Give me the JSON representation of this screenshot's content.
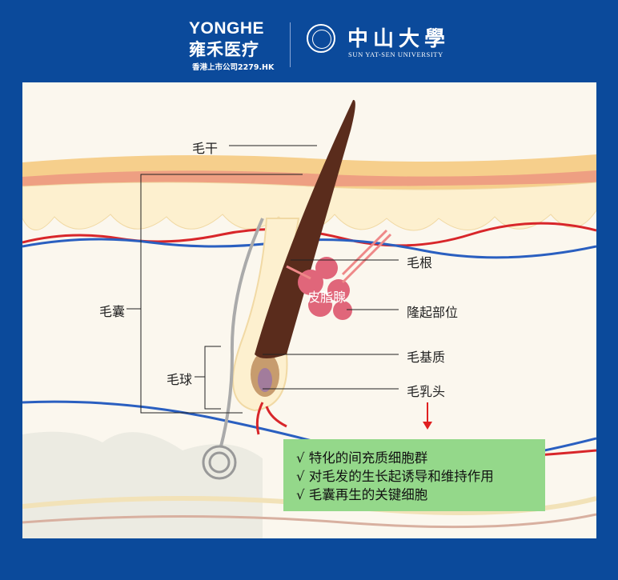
{
  "header": {
    "yonghe_en": "YONGHE",
    "yonghe_cn": "雍禾医疗",
    "yonghe_sub": "香港上市公司2279.HK",
    "sysu_cn": "中山大學",
    "sysu_en": "SUN YAT-SEN UNIVERSITY"
  },
  "labels": {
    "hair_shaft": "毛干",
    "hair_follicle": "毛囊",
    "hair_bulb": "毛球",
    "hair_root": "毛根",
    "sebaceous_gland": "皮脂腺",
    "bulge": "隆起部位",
    "hair_matrix": "毛基质",
    "dermal_papilla": "毛乳头"
  },
  "info_box": {
    "items": [
      "√ 特化的间充质细胞群",
      "√ 对毛发的生长起诱导和维持作用",
      "√ 毛囊再生的关键细胞"
    ]
  },
  "colors": {
    "background": "#0b4a9b",
    "info_box": "#94d88a",
    "arrow": "#e02020"
  }
}
